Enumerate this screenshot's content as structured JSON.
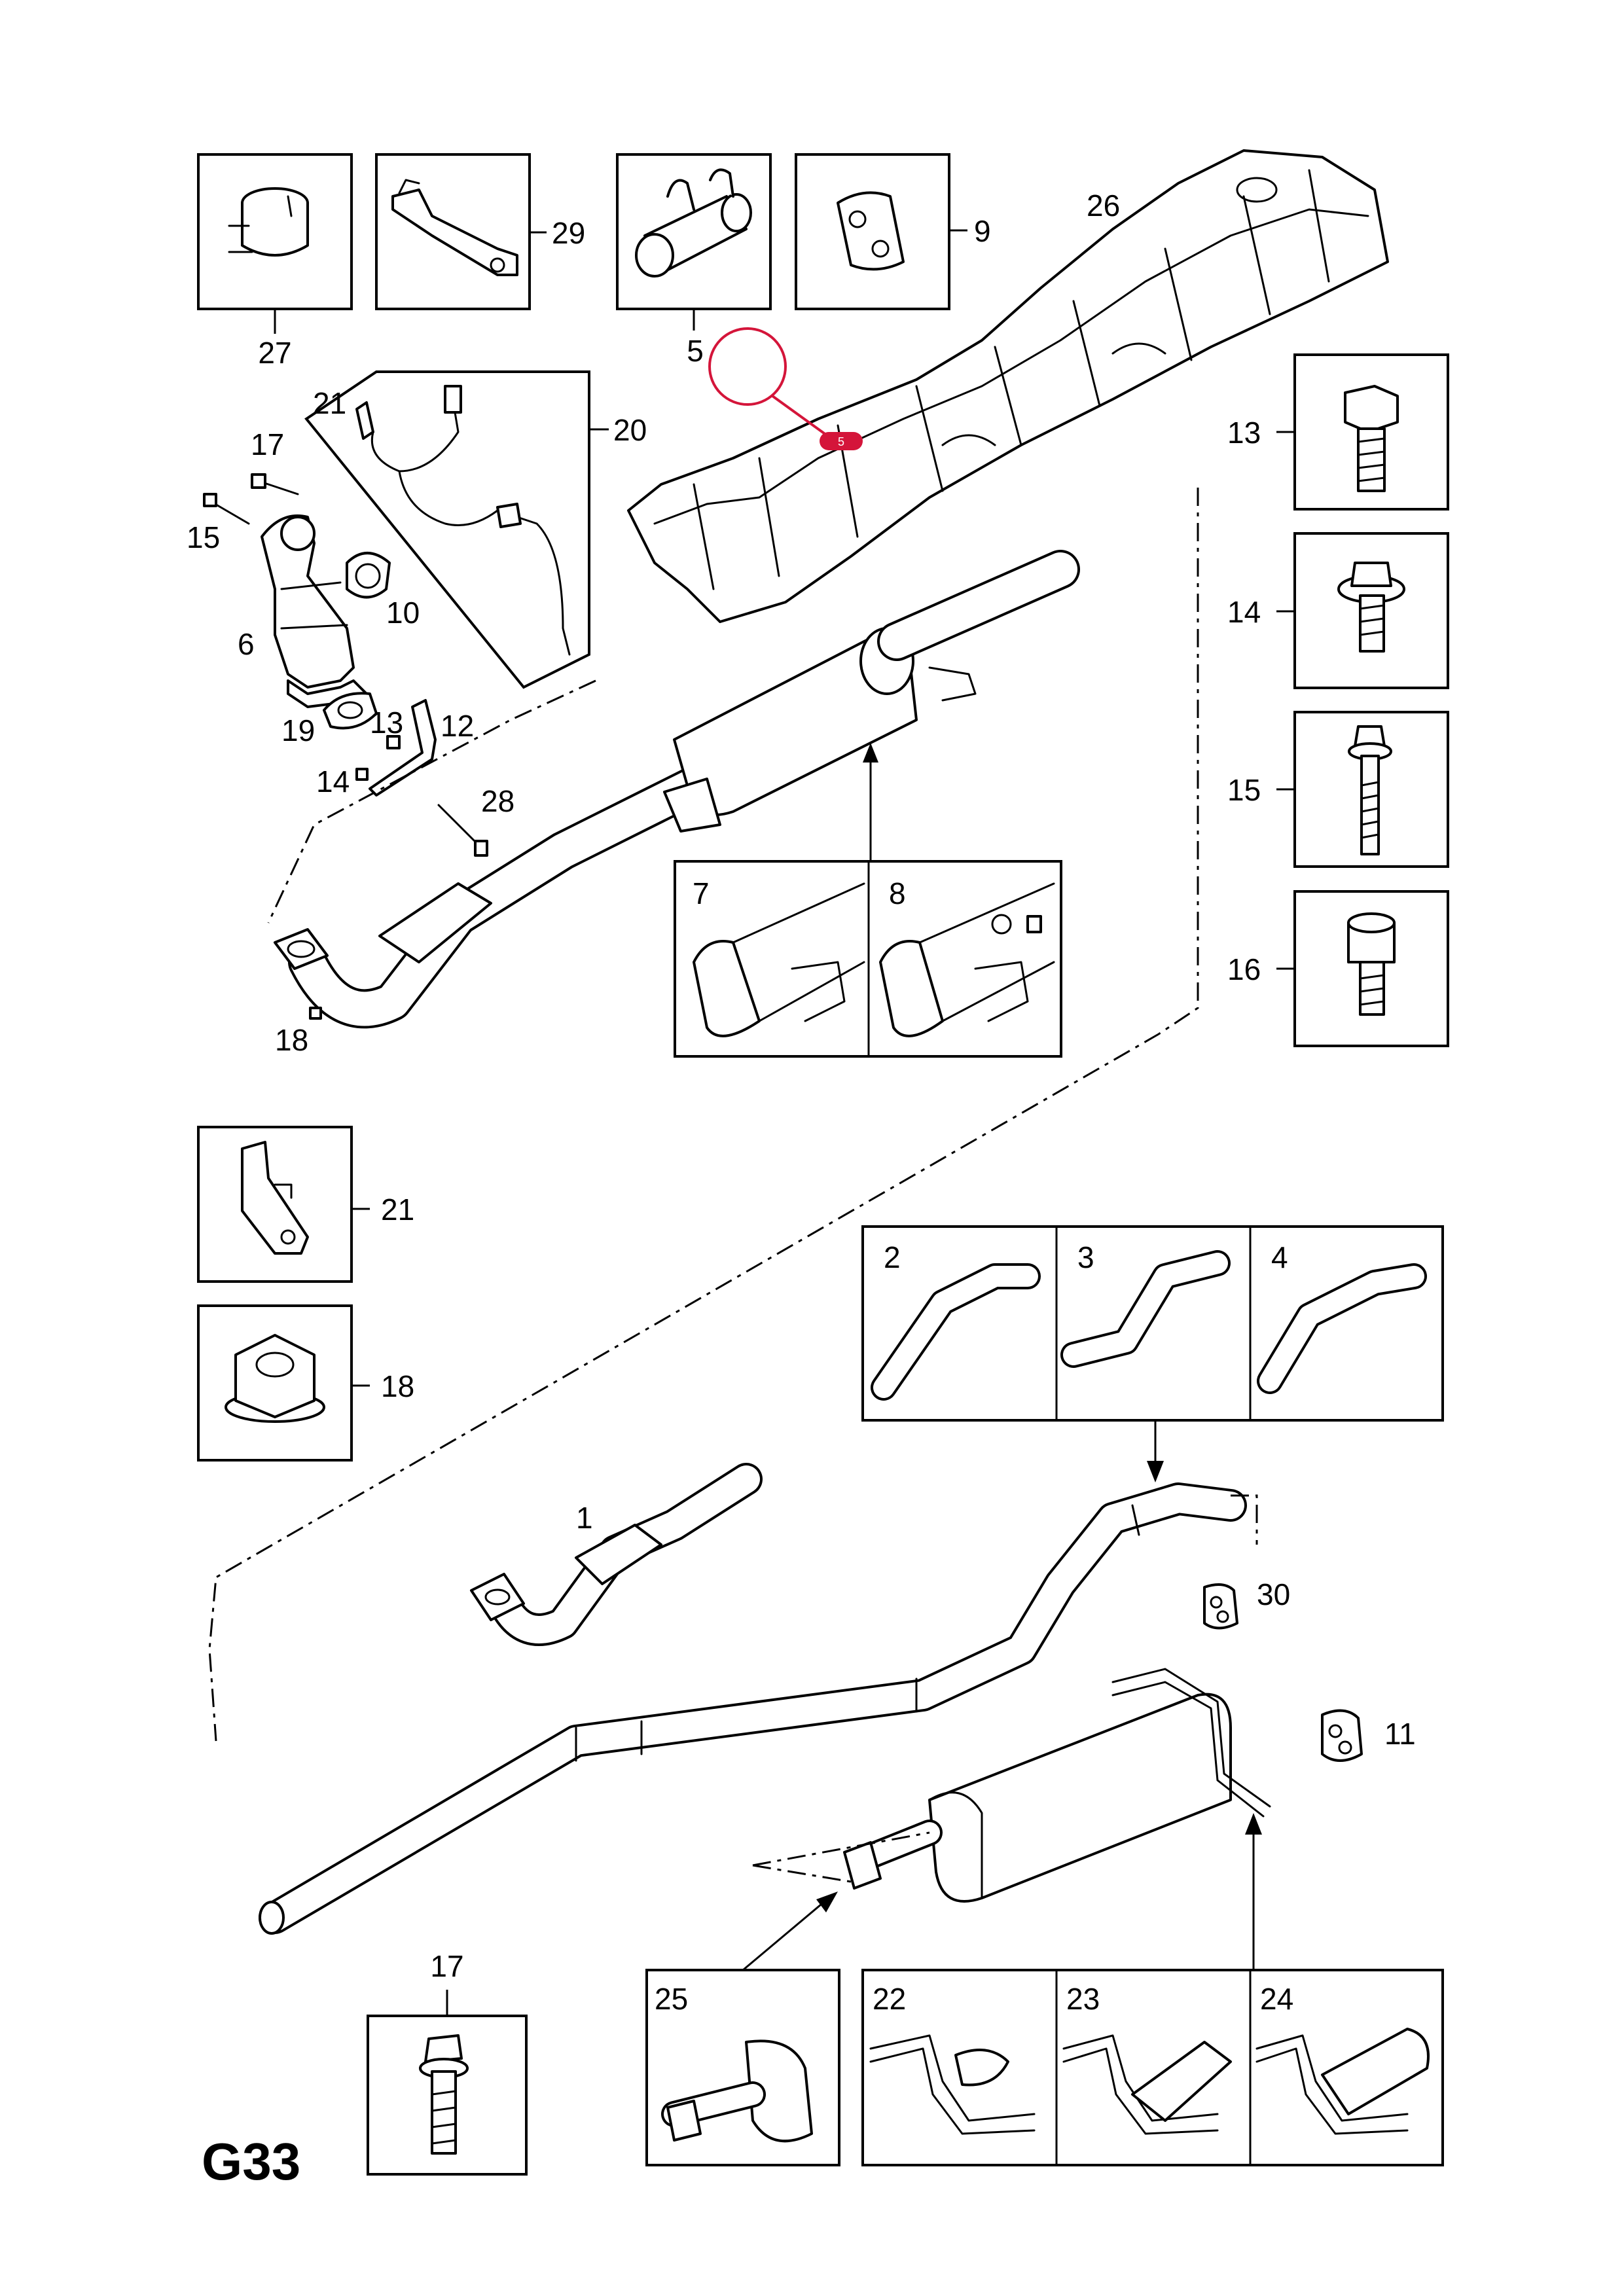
{
  "diagram_code": "G33",
  "callouts": {
    "c1": "1",
    "c2": "2",
    "c3": "3",
    "c4": "4",
    "c5": "5",
    "c6": "6",
    "c7": "7",
    "c8": "8",
    "c9": "9",
    "c10": "10",
    "c11": "11",
    "c12": "12",
    "c13": "13",
    "c14": "14",
    "c15": "15",
    "c16": "16",
    "c17": "17",
    "c17b": "17",
    "c18": "18",
    "c18b": "18",
    "c19": "19",
    "c20": "20",
    "c21": "21",
    "c21b": "21",
    "c22": "22",
    "c23": "23",
    "c24": "24",
    "c25": "25",
    "c26": "26",
    "c27": "27",
    "c28": "28",
    "c29": "29",
    "c30": "30"
  },
  "highlight": {
    "marker_text": "5",
    "color": "#d4153a"
  }
}
